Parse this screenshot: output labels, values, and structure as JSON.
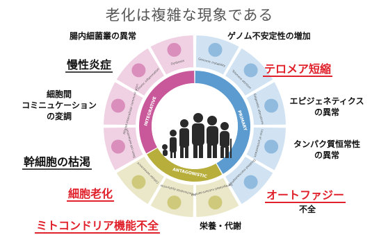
{
  "title": "老化は複雑な現象である",
  "labels": {
    "gut_microbiome": "腸内細菌叢の異常",
    "genome_instability": "ゲノム不安定性の増加",
    "chronic_inflammation": "慢性炎症",
    "telomere_shortening": "テロメア短縮",
    "intercellular_comm": "細胞間\nコミニュケーション\nの変調",
    "epigenetics": "エピジェネティクス\nの異常",
    "stem_cell_exhaustion": "幹細胞の枯渇",
    "proteostasis": "タンパク質恒常性\nの異常",
    "senescence": "細胞老化",
    "autophagy": "オートファジー",
    "autophagy_sub": "不全",
    "mitochondria": "ミトコンドリア機能不全",
    "nutrient": "栄養・代謝"
  },
  "ring": {
    "integrative": "INTEGRATIVE",
    "primary": "PRIMARY",
    "antagonistic": "ANTAGONISTIC",
    "segments": [
      "Dysbiosis",
      "Chronic inflammation",
      "Altered intercellular communication",
      "Stem cell exhaustion",
      "Genomic instability",
      "Telomere attrition",
      "Epigenetic alterations",
      "Loss of proteostasis",
      "Disabled macroautophagy",
      "Deregulated nutrient-sensing",
      "Mitochondrial dysfunction",
      "Cellular senescence"
    ]
  },
  "colors": {
    "integrative": "#c9589b",
    "primary": "#5b9bd0",
    "antagonistic": "#b8ae3c",
    "accent_red": "#e0202a"
  }
}
